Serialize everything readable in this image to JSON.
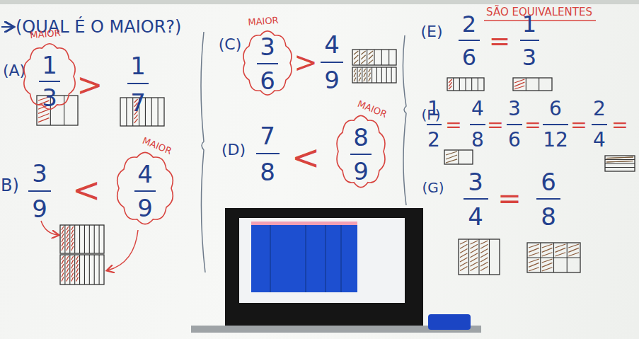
{
  "diagram": {
    "nodes": [
      {
        "text": [
          "MAIOR",
          "1",
          "3"
        ]
      },
      {
        "text": [
          "MAIOR",
          "4",
          "9"
        ]
      },
      {
        "text": [
          "MAIOR",
          "3",
          "6"
        ]
      },
      {
        "text": [
          "MAIOR",
          "8",
          "9"
        ]
      }
    ],
    "labels": [
      "(QUAL É O MAIOR?)",
      "(A)",
      ">",
      "1",
      "7",
      "B)",
      "3",
      "9",
      "<",
      "(C)",
      ">",
      "4",
      "9",
      "(D)",
      "7",
      "8",
      "<",
      "SÃO EQUIVALENTES",
      "(E)",
      "2",
      "6",
      "=",
      "1",
      "3",
      "(F)",
      "1",
      "2",
      "=",
      "4",
      "8",
      "=",
      "3",
      "6",
      "=",
      "6",
      "12",
      "=",
      "2",
      "4",
      "=",
      "(G)",
      "3",
      "4",
      "=",
      "6",
      "8"
    ]
  }
}
